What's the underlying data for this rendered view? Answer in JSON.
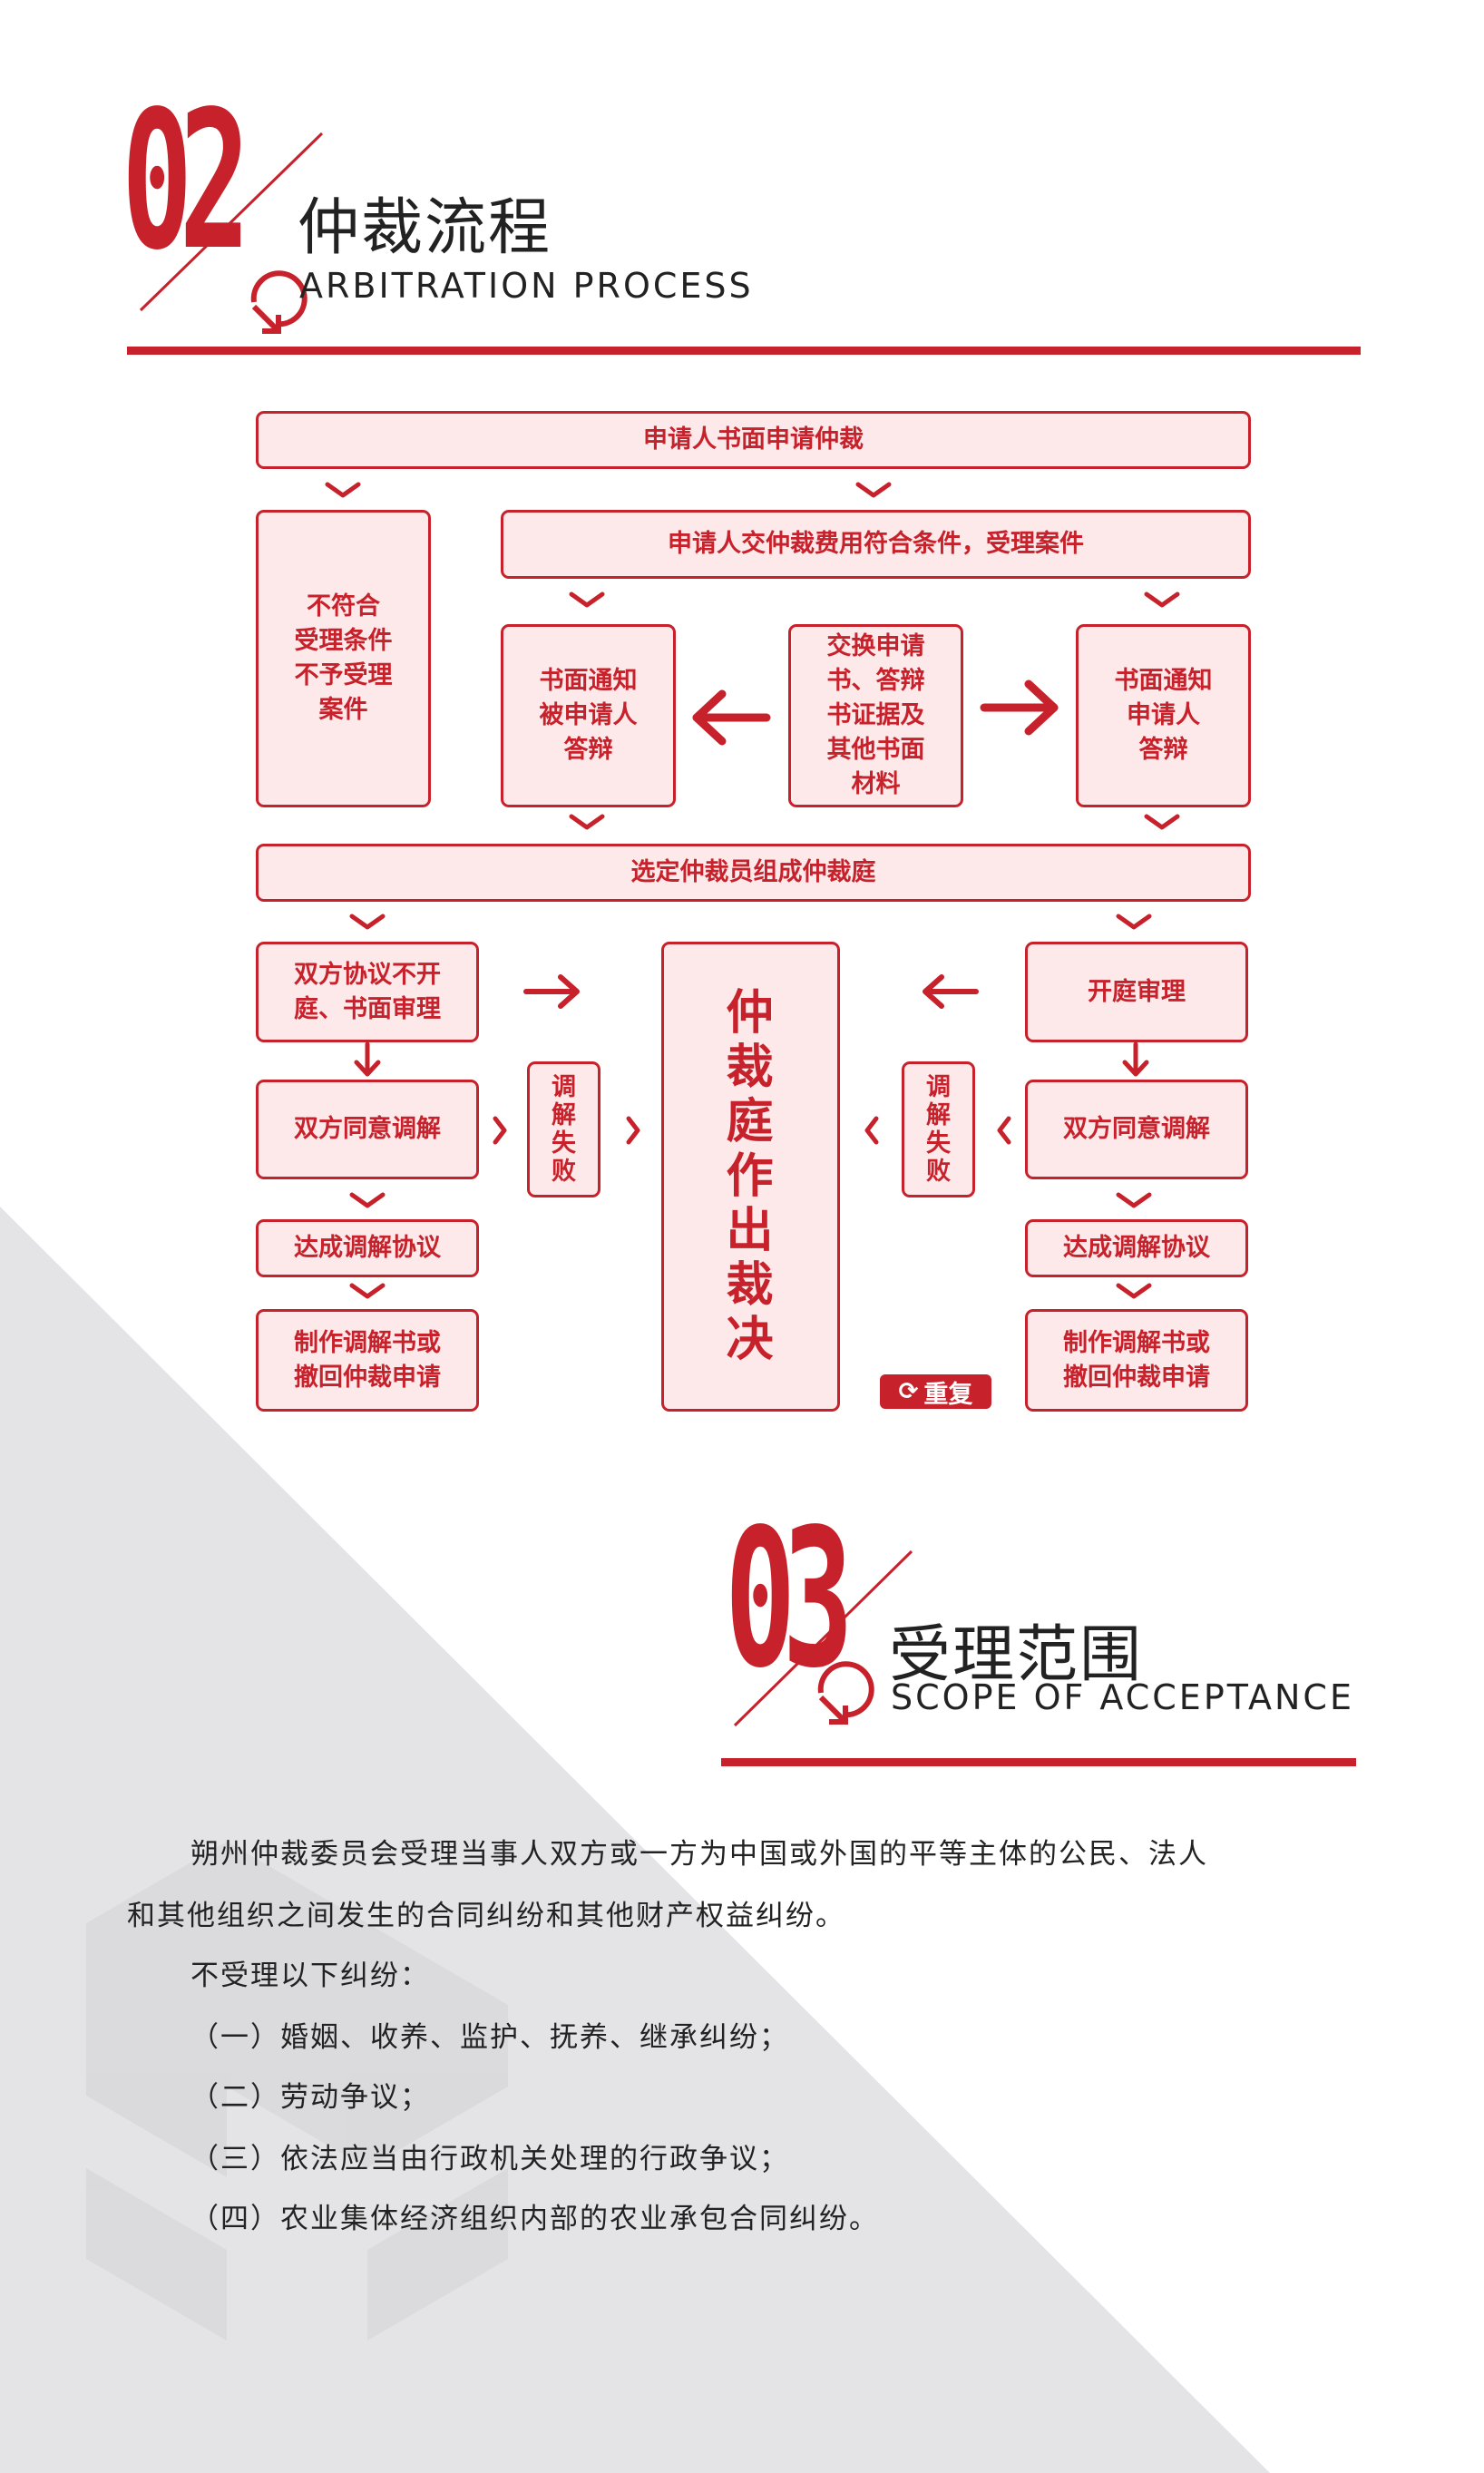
{
  "section2": {
    "number": "02",
    "title_cn": "仲裁流程",
    "title_en": "ARBITRATION PROCESS"
  },
  "flow": {
    "top": "申请人书面申请仲裁",
    "reject": "不符合\n受理条件\n不予受理\n案件",
    "accept": "申请人交仲裁费用符合条件，受理案件",
    "notify_respondent": "书面通知\n被申请人\n答辩",
    "exchange": "交换申请\n书、答辩\n书证据及\n其他书面\n材料",
    "notify_applicant": "书面通知\n申请人\n答辩",
    "select_arbitrators": "选定仲裁员组成仲裁庭",
    "written_review": "双方协议不开\n庭、书面审理",
    "open_hearing": "开庭审理",
    "mediation_left": "双方同意调解",
    "mediation_right": "双方同意调解",
    "mediation_fail_left": "调\n解\n失\n败",
    "mediation_fail_right": "调\n解\n失\n败",
    "award": "仲\n裁\n庭\n作\n出\n裁\n决",
    "agreement_left": "达成调解协议",
    "agreement_right": "达成调解协议",
    "document_left": "制作调解书或\n撤回仲裁申请",
    "document_right": "制作调解书或\n撤回仲裁申请",
    "repeat_label": "重复",
    "repeat_icon": "refresh-icon"
  },
  "section3": {
    "number": "03",
    "title_cn": "受理范围",
    "title_en": "SCOPE OF ACCEPTANCE"
  },
  "scope": {
    "intro_line1": "朔州仲裁委员会受理当事人双方或一方为中国或外国的平等主体的公民、法人",
    "intro_line2": "和其他组织之间发生的合同纠纷和其他财产权益纠纷。",
    "exclude_title": "不受理以下纠纷：",
    "items": [
      "（一）婚姻、收养、监护、抚养、继承纠纷；",
      "（二）劳动争议；",
      "（三）依法应当由行政机关处理的行政争议；",
      "（四）农业集体经济组织内部的农业承包合同纠纷。"
    ]
  },
  "colors": {
    "accent": "#c7222b",
    "box_fill": "#fde8ea",
    "background_shape": "#e4e4e6"
  }
}
